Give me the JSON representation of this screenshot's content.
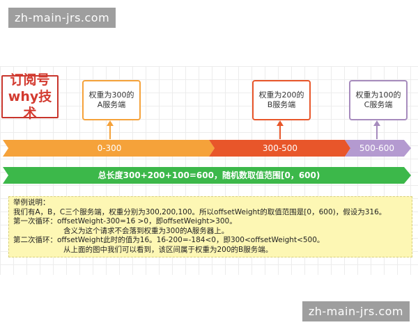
{
  "watermark": {
    "top": "zh-main-jrs.com",
    "bottom": "zh-main-jrs.com"
  },
  "stamp": {
    "line1": "订阅号",
    "line2": "why技术"
  },
  "servers": [
    {
      "line1": "权重为300的",
      "line2": "A服务端",
      "border": "#f5a23a",
      "arrow": "#f5a23a"
    },
    {
      "line1": "权重为200的",
      "line2": "B服务端",
      "border": "#e8562a",
      "arrow": "#e8562a"
    },
    {
      "line1": "权重为100的",
      "line2": "C服务端",
      "border": "#a68bbd",
      "arrow": "#a68bbd"
    }
  ],
  "timeline": [
    {
      "label": "0-300",
      "color": "#f5a23a"
    },
    {
      "label": "300-500",
      "color": "#e8562a"
    },
    {
      "label": "500-600",
      "color": "#b49ad0"
    }
  ],
  "total": {
    "label": "总长度300+200+100=600，随机数取值范围[0，600)",
    "color": "#3cb84a"
  },
  "note": {
    "lines": [
      "举例说明：",
      "我们有A，B，C三个服务端，权重分别为300,200,100。所以offsetWeight的取值范围是[0，600)，假设为316。",
      "第一次循环：offsetWeight-300=16 >0，即offsetWeight>300。",
      "含义为这个请求不会落到权重为300的A服务器上。",
      "第二次循环：offsetWeight此时的值为16。16-200=-184<0，即300<offsetWeight<500。",
      "从上面的图中我们可以看到，该区间属于权重为200的B服务端。"
    ],
    "background": "#fdf7b4"
  }
}
